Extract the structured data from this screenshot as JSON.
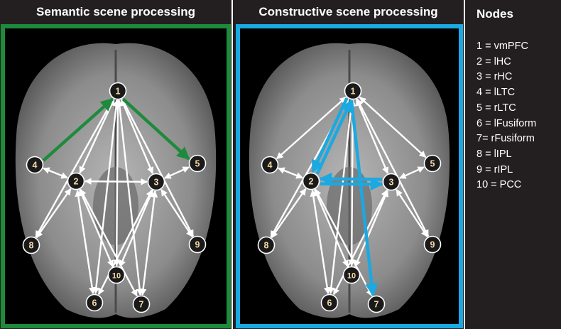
{
  "panels": [
    {
      "title": "Semantic scene processing",
      "frame_color": "#1e8a3c",
      "highlight_color": "#1e8a3c",
      "nodes": [
        "1",
        "2",
        "3",
        "4",
        "5",
        "6",
        "7",
        "8",
        "9",
        "10"
      ],
      "edges": [
        [
          1,
          2
        ],
        [
          1,
          3
        ],
        [
          1,
          6
        ],
        [
          1,
          7
        ],
        [
          1,
          8
        ],
        [
          1,
          9
        ],
        [
          1,
          10
        ],
        [
          2,
          3
        ],
        [
          2,
          4
        ],
        [
          2,
          6
        ],
        [
          2,
          10
        ],
        [
          3,
          5
        ],
        [
          3,
          7
        ],
        [
          3,
          10
        ],
        [
          2,
          8
        ],
        [
          3,
          9
        ],
        [
          2,
          7
        ],
        [
          3,
          6
        ]
      ],
      "highlight_edges": [
        [
          4,
          1
        ],
        [
          1,
          5
        ]
      ]
    },
    {
      "title": "Constructive scene processing",
      "frame_color": "#1ba9e1",
      "highlight_color": "#1ba9e1",
      "nodes": [
        "1",
        "2",
        "3",
        "4",
        "5",
        "6",
        "7",
        "8",
        "9",
        "10"
      ],
      "edges": [
        [
          1,
          4
        ],
        [
          1,
          5
        ],
        [
          1,
          3
        ],
        [
          1,
          6
        ],
        [
          1,
          10
        ],
        [
          1,
          8
        ],
        [
          1,
          9
        ],
        [
          2,
          4
        ],
        [
          2,
          6
        ],
        [
          2,
          10
        ],
        [
          2,
          8
        ],
        [
          3,
          5
        ],
        [
          3,
          10
        ],
        [
          3,
          6
        ],
        [
          3,
          9
        ],
        [
          2,
          7
        ]
      ],
      "highlight_edges": [
        [
          1,
          2
        ],
        [
          2,
          1
        ],
        [
          2,
          3
        ],
        [
          3,
          2
        ],
        [
          1,
          7
        ]
      ]
    }
  ],
  "legend": {
    "title": "Nodes",
    "items": [
      "1 = vmPFC",
      "2 = lHC",
      "3 = rHC",
      "4 = lLTC",
      "5 = rLTC",
      "6 = lFusiform",
      "7=  rFusiform",
      "8 = lIPL",
      "9 = rIPL",
      "10 = PCC"
    ]
  }
}
